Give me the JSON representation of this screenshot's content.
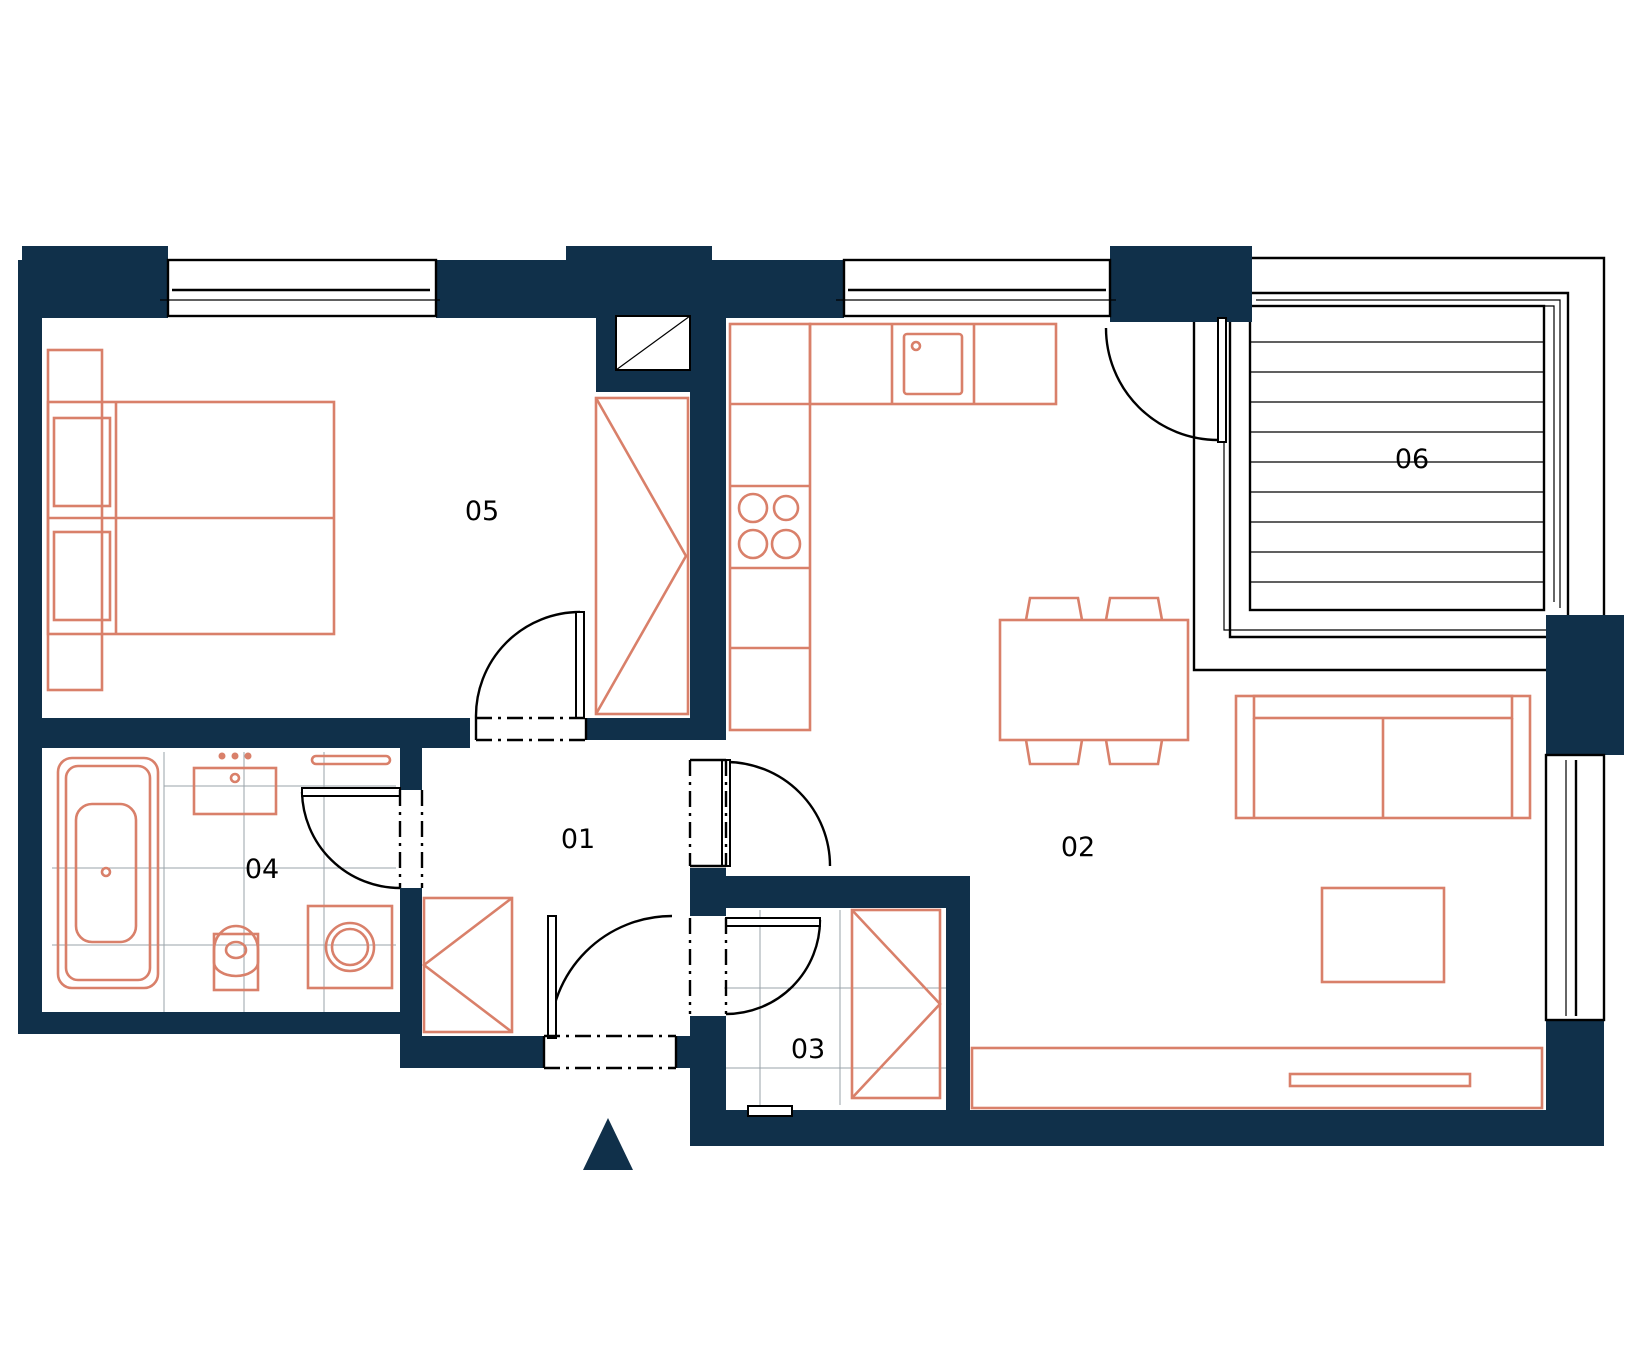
{
  "colors": {
    "wall": "#10304a",
    "furniture": "#d9806a",
    "lines": "#000000",
    "background": "#ffffff"
  },
  "rooms": [
    {
      "id": "room-01",
      "label": "01"
    },
    {
      "id": "room-02",
      "label": "02"
    },
    {
      "id": "room-03",
      "label": "03"
    },
    {
      "id": "room-04",
      "label": "04"
    },
    {
      "id": "room-05",
      "label": "05"
    },
    {
      "id": "room-06",
      "label": "06"
    }
  ]
}
